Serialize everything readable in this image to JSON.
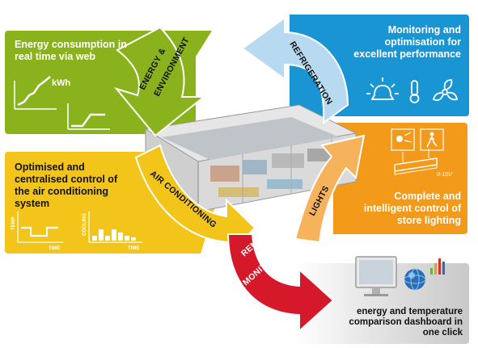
{
  "panels": {
    "energy": {
      "text": "Energy consumption in real time via web",
      "chart_label": "kWh",
      "color": "#8ab21c"
    },
    "refrigeration": {
      "text": "Monitoring and optimisation for excellent performance",
      "color": "#1a95d3"
    },
    "air": {
      "text": "Optimised and centralised control of the air conditioning system",
      "y1": "TEMP",
      "x1": "TIME",
      "y2": "COOLING",
      "x2": "TIME",
      "color": "#f3c51b"
    },
    "lights": {
      "text": "Complete and intelligent control of store lighting",
      "range": "0-10V",
      "color": "#f39a1a"
    },
    "remote": {
      "text": "energy and temperature comparison dashboard in one click",
      "color": "#d8d8d8"
    }
  },
  "arrows": {
    "energy_env_1": "ENERGY &",
    "energy_env_2": "ENVIRONMENT",
    "refrigeration": "REFRIGERATION",
    "air": "AIR CONDITIONING",
    "lights": "LIGHTS",
    "remote_1": "REMOTE",
    "remote_2": "MONITORING"
  },
  "icons": [
    "sun-bell-icon",
    "thermometer-icon",
    "fan-icon",
    "lamp-icon",
    "person-icon",
    "light-bar-icon",
    "monitor-icon",
    "globe-icon",
    "bar-chart-icon"
  ]
}
